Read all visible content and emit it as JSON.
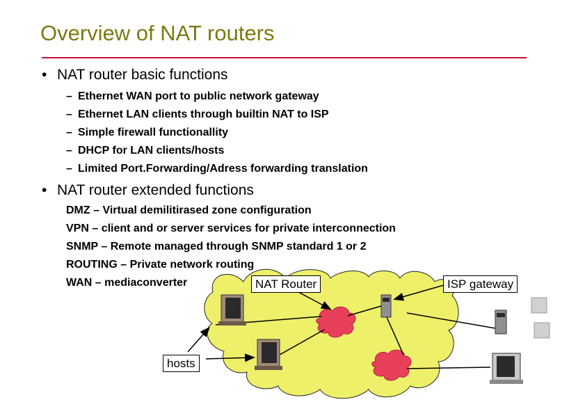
{
  "title": "Overview of NAT routers",
  "sections": [
    {
      "heading": "NAT router basic functions",
      "items": [
        "Ethernet WAN port to public network gateway",
        "Ethernet LAN clients through builtin NAT to ISP",
        "Simple firewall functionallity",
        "DHCP for LAN clients/hosts",
        "Limited Port.Forwarding/Adress forwarding translation"
      ]
    },
    {
      "heading": "NAT router extended functions",
      "items": [
        "DMZ – Virtual demilitirased zone configuration",
        "VPN – client and or server services for private interconnection",
        "SNMP – Remote managed through SNMP standard 1 or 2",
        "ROUTING – Private network routing",
        "WAN – mediaconverter"
      ]
    }
  ],
  "diagram": {
    "nat_router_label": "NAT Router",
    "isp_gateway_label": "ISP gateway",
    "hosts_label": "hosts",
    "colors": {
      "cloud": "#eef06a",
      "router": "#e8405a",
      "title": "#7b7a10",
      "rule": "#c8102e"
    }
  }
}
